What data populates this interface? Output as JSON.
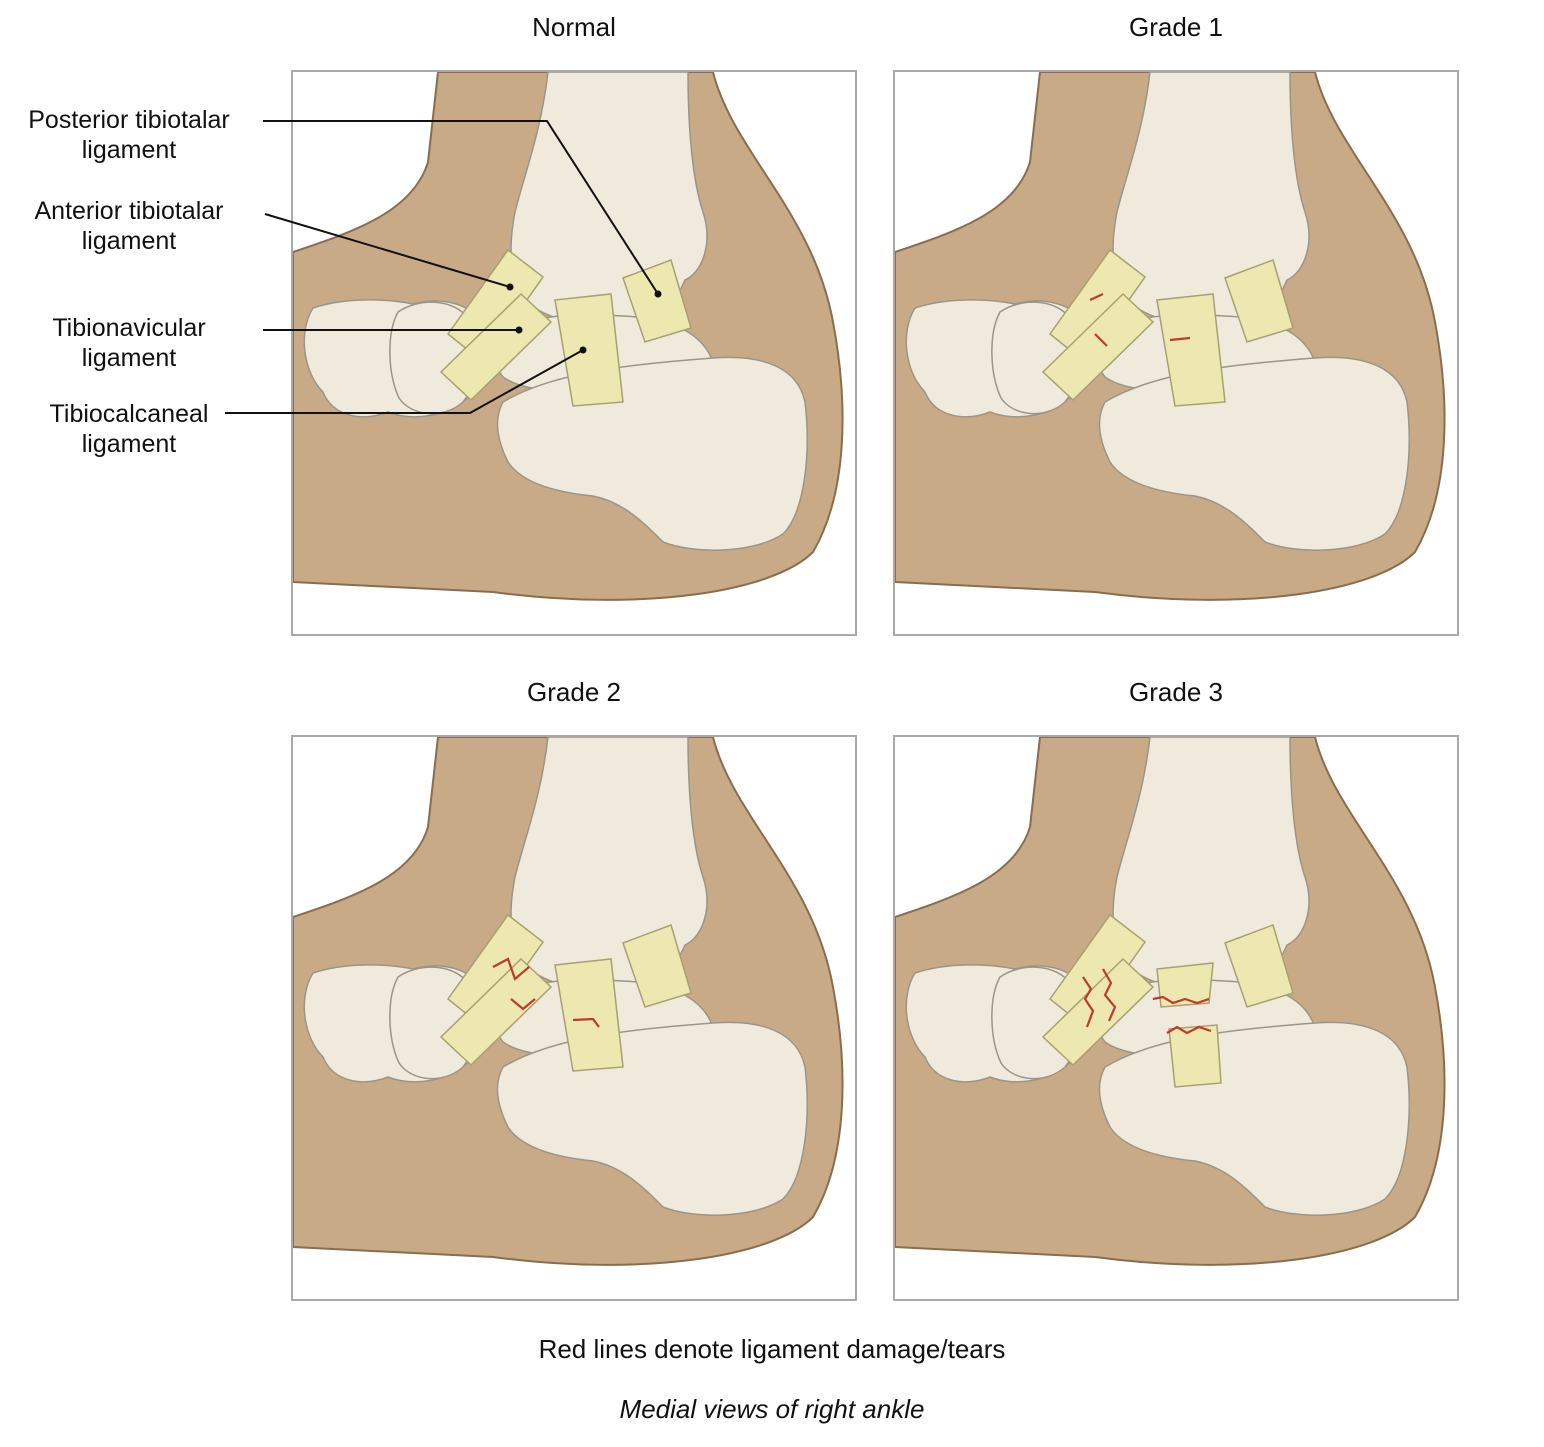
{
  "panels": [
    {
      "title": "Normal",
      "grade": 0
    },
    {
      "title": "Grade 1",
      "grade": 1
    },
    {
      "title": "Grade 2",
      "grade": 2
    },
    {
      "title": "Grade 3",
      "grade": 3
    }
  ],
  "labels": {
    "posterior_tibiotalar": [
      "Posterior tibiotalar",
      "ligament"
    ],
    "anterior_tibiotalar": [
      "Anterior tibiotalar",
      "ligament"
    ],
    "tibionavicular": [
      "Tibionavicular",
      "ligament"
    ],
    "tibiocalcaneal": [
      "Tibiocalcaneal",
      "ligament"
    ]
  },
  "caption": "Red lines denote ligament damage/tears",
  "subcaption": "Medial views of right ankle",
  "colors": {
    "skin": "#c9aa86",
    "skin_edge": "#8a6d4f",
    "bone": "#efeadc",
    "bone_edge": "#9a9588",
    "ligament": "#ede7b0",
    "ligament_edge": "#a8a070",
    "tear": "#c0392b",
    "frame": "#a9a9a9"
  }
}
